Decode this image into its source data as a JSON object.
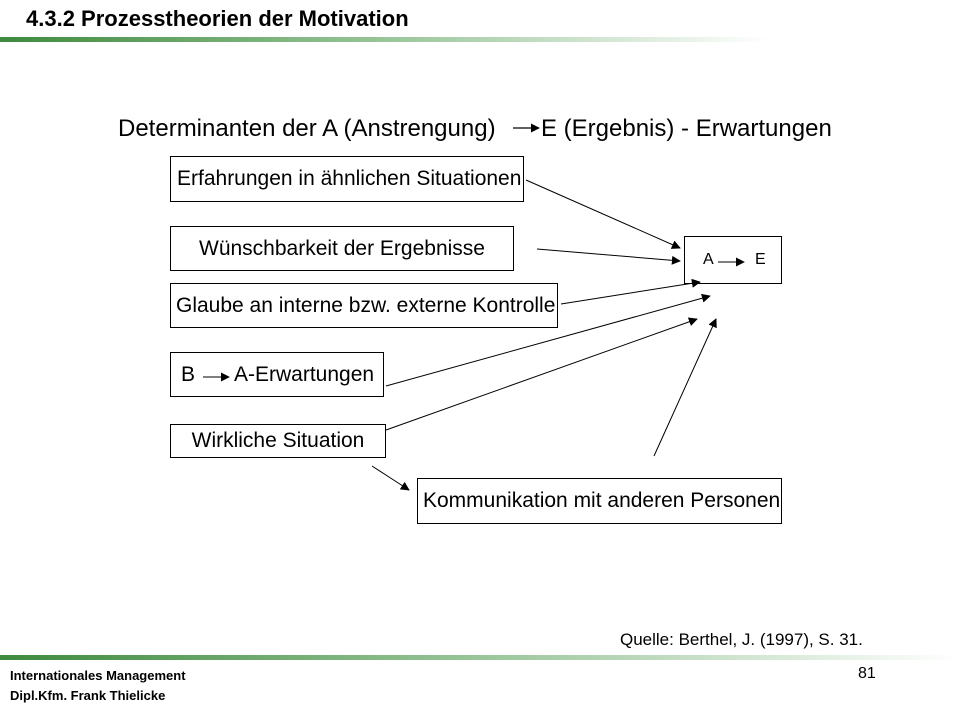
{
  "slide": {
    "title": "4.3.2 Prozesstheorien der Motivation",
    "page_number": "81"
  },
  "diagram": {
    "heading_left": "Determinanten der A (Anstrengung)",
    "heading_right": "E (Ergebnis) - Erwartungen",
    "boxes": {
      "erfahrungen": "Erfahrungen in ähnlichen Situationen",
      "wuenschbarkeit": "Wünschbarkeit der Ergebnisse",
      "glaube": "Glaube an interne bzw. externe Kontrolle",
      "ba_left": "B",
      "ba_right": "A-Erwartungen",
      "wirkliche_situation": "Wirkliche Situation",
      "kommunikation": "Kommunikation mit anderen Personen",
      "target_left": "A",
      "target_right": "E"
    }
  },
  "source": "Quelle: Berthel, J. (1997), S. 31.",
  "footer": {
    "line1": "Internationales Management",
    "line2": "Dipl.Kfm. Frank Thielicke"
  }
}
